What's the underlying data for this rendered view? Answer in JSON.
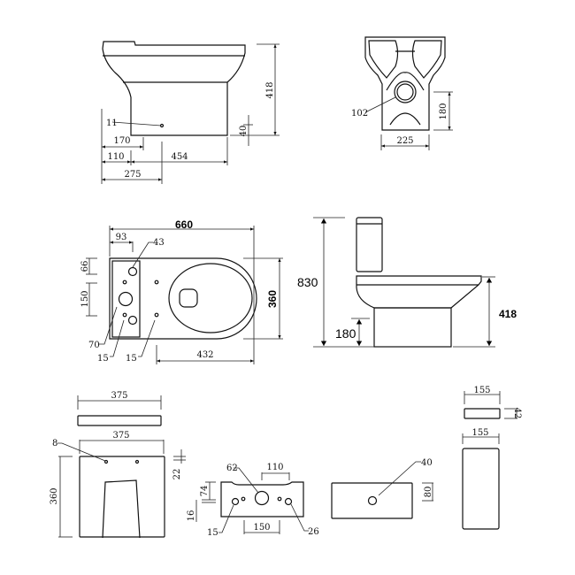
{
  "side_view": {
    "height": "418",
    "outlet_height": "40",
    "outlet_dia": "11",
    "d170": "170",
    "d110": "110",
    "d454": "454",
    "d275": "275"
  },
  "rear_view": {
    "outlet": "102",
    "height": "180",
    "width": "225"
  },
  "plan_view": {
    "length": "660",
    "d93": "93",
    "d43": "43",
    "d66": "66",
    "d150": "150",
    "width": "360",
    "d432": "432",
    "d70": "70",
    "d15a": "15",
    "d15b": "15"
  },
  "elevation": {
    "total_height": "830",
    "floor_outlet": "180",
    "seat_height": "418"
  },
  "cistern_lid": {
    "width": "375"
  },
  "cistern_back": {
    "width": "375",
    "height": "360",
    "hole": "8",
    "d22": "22"
  },
  "cistern_base": {
    "d62": "62",
    "d110": "110",
    "d74": "74",
    "d16": "16",
    "d15": "15",
    "d150": "150",
    "d26": "26"
  },
  "cistern_front": {
    "hole": "40",
    "d80": "80"
  },
  "cistern_side": {
    "lid_width": "155",
    "lid_height": "42",
    "width": "155"
  }
}
